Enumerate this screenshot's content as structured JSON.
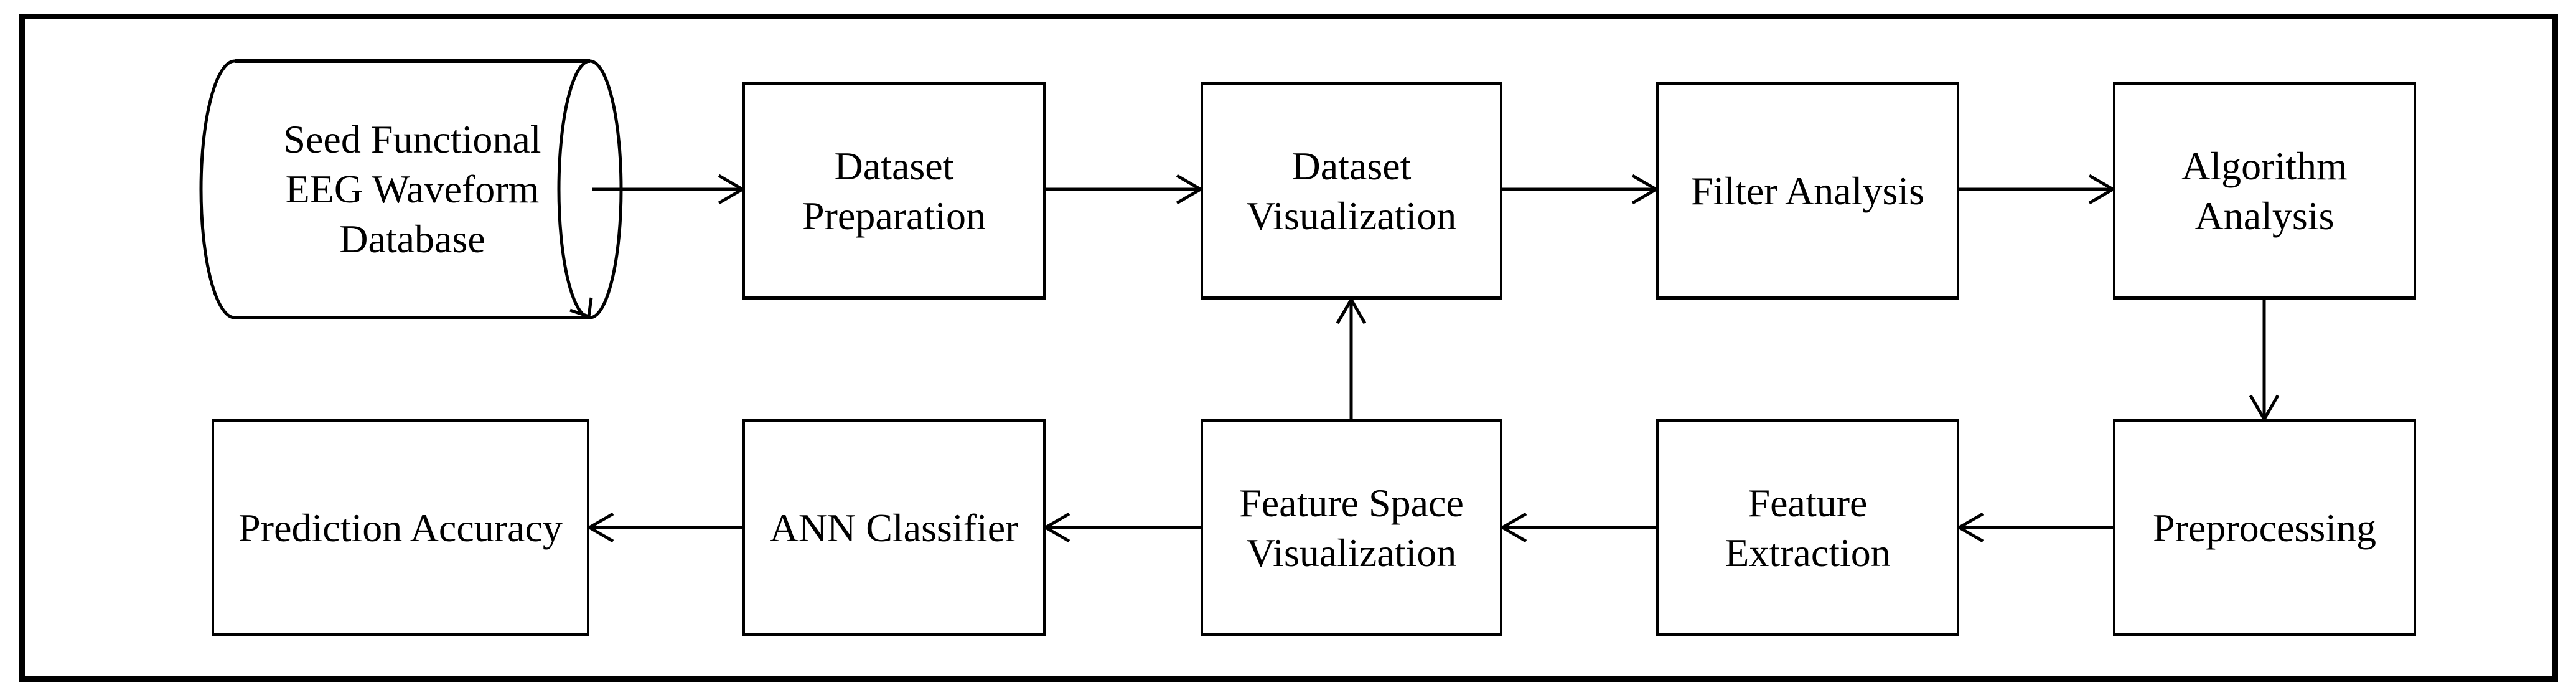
{
  "diagram": {
    "type": "flowchart",
    "background_color": "#ffffff",
    "line_color": "#000000",
    "nodes": {
      "database": {
        "shape": "horizontal-cylinder",
        "label": "Seed Functional EEG Waveform Database",
        "label_lines": [
          "Seed Functional",
          "EEG Waveform",
          "Database"
        ]
      },
      "dataset_preparation": {
        "shape": "rectangle",
        "label": "Dataset Preparation",
        "label_lines": [
          "Dataset",
          "Preparation"
        ]
      },
      "dataset_visualization": {
        "shape": "rectangle",
        "label": "Dataset Visualization",
        "label_lines": [
          "Dataset",
          "Visualization"
        ]
      },
      "filter_analysis": {
        "shape": "rectangle",
        "label": "Filter Analysis",
        "label_lines": [
          "Filter Analysis"
        ]
      },
      "algorithm_analysis": {
        "shape": "rectangle",
        "label": "Algorithm Analysis",
        "label_lines": [
          "Algorithm",
          "Analysis"
        ]
      },
      "prediction_accuracy": {
        "shape": "rectangle",
        "label": "Prediction Accuracy",
        "label_lines": [
          "Prediction Accuracy"
        ]
      },
      "ann_classifier": {
        "shape": "rectangle",
        "label": "ANN Classifier",
        "label_lines": [
          "ANN Classifier"
        ]
      },
      "feature_space_visualization": {
        "shape": "rectangle",
        "label": "Feature Space Visualization",
        "label_lines": [
          "Feature Space",
          "Visualization"
        ]
      },
      "feature_extraction": {
        "shape": "rectangle",
        "label": "Feature Extraction",
        "label_lines": [
          "Feature",
          "Extraction"
        ]
      },
      "preprocessing": {
        "shape": "rectangle",
        "label": "Preprocessing",
        "label_lines": [
          "Preprocessing"
        ]
      }
    },
    "edges": [
      {
        "from": "Seed Functional EEG Waveform Database",
        "to": "Dataset Preparation",
        "direction": "right"
      },
      {
        "from": "Dataset Preparation",
        "to": "Dataset Visualization",
        "direction": "right"
      },
      {
        "from": "Dataset Visualization",
        "to": "Filter Analysis",
        "direction": "right"
      },
      {
        "from": "Filter Analysis",
        "to": "Algorithm Analysis",
        "direction": "right"
      },
      {
        "from": "Algorithm Analysis",
        "to": "Preprocessing",
        "direction": "down"
      },
      {
        "from": "Preprocessing",
        "to": "Feature Extraction",
        "direction": "left"
      },
      {
        "from": "Feature Extraction",
        "to": "Feature Space Visualization",
        "direction": "left"
      },
      {
        "from": "Feature Space Visualization",
        "to": "ANN Classifier",
        "direction": "left"
      },
      {
        "from": "ANN Classifier",
        "to": "Prediction Accuracy",
        "direction": "left"
      },
      {
        "from": "Feature Space Visualization",
        "to": "Dataset Visualization",
        "direction": "up"
      }
    ]
  }
}
